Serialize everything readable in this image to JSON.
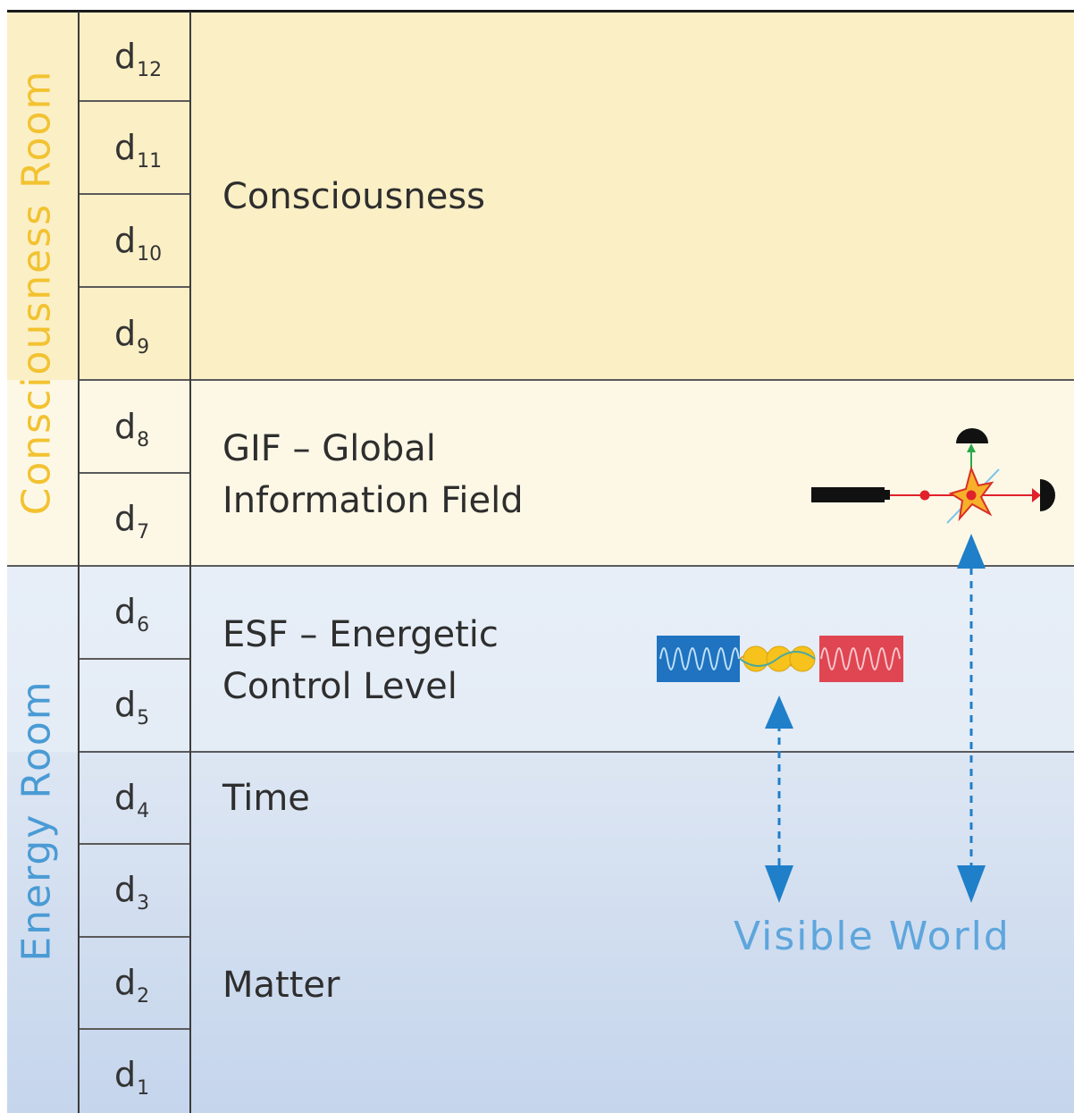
{
  "rooms": {
    "consciousness": "Consciousness Room",
    "energy": "Energy Room"
  },
  "dimensions": [
    {
      "base": "d",
      "index": "12"
    },
    {
      "base": "d",
      "index": "11"
    },
    {
      "base": "d",
      "index": "10"
    },
    {
      "base": "d",
      "index": "9"
    },
    {
      "base": "d",
      "index": "8"
    },
    {
      "base": "d",
      "index": "7"
    },
    {
      "base": "d",
      "index": "6"
    },
    {
      "base": "d",
      "index": "5"
    },
    {
      "base": "d",
      "index": "4"
    },
    {
      "base": "d",
      "index": "3"
    },
    {
      "base": "d",
      "index": "2"
    },
    {
      "base": "d",
      "index": "1"
    }
  ],
  "levels": {
    "consciousness": "Consciousness",
    "gif_line1": "GIF – Global",
    "gif_line2": "Information Field",
    "esf_line1": "ESF – Energetic",
    "esf_line2": "Control Level",
    "time": "Time",
    "matter": "Matter"
  },
  "visible_world": "Visible World",
  "colors": {
    "consciousness_room_label": "#f2c230",
    "energy_room_label": "#4a9bd4",
    "consciousness_band": "#fbefc6",
    "gif_band": "#fdf8e6",
    "energy_band": "#dde6f3",
    "arrow": "#1f7fc9",
    "wave_blue": "#1f73c0",
    "wave_red": "#e04552",
    "particle_yellow": "#f6c21b"
  },
  "icons": [
    "double-arrow-icon",
    "wave-particle-icon",
    "interferometer-icon"
  ]
}
